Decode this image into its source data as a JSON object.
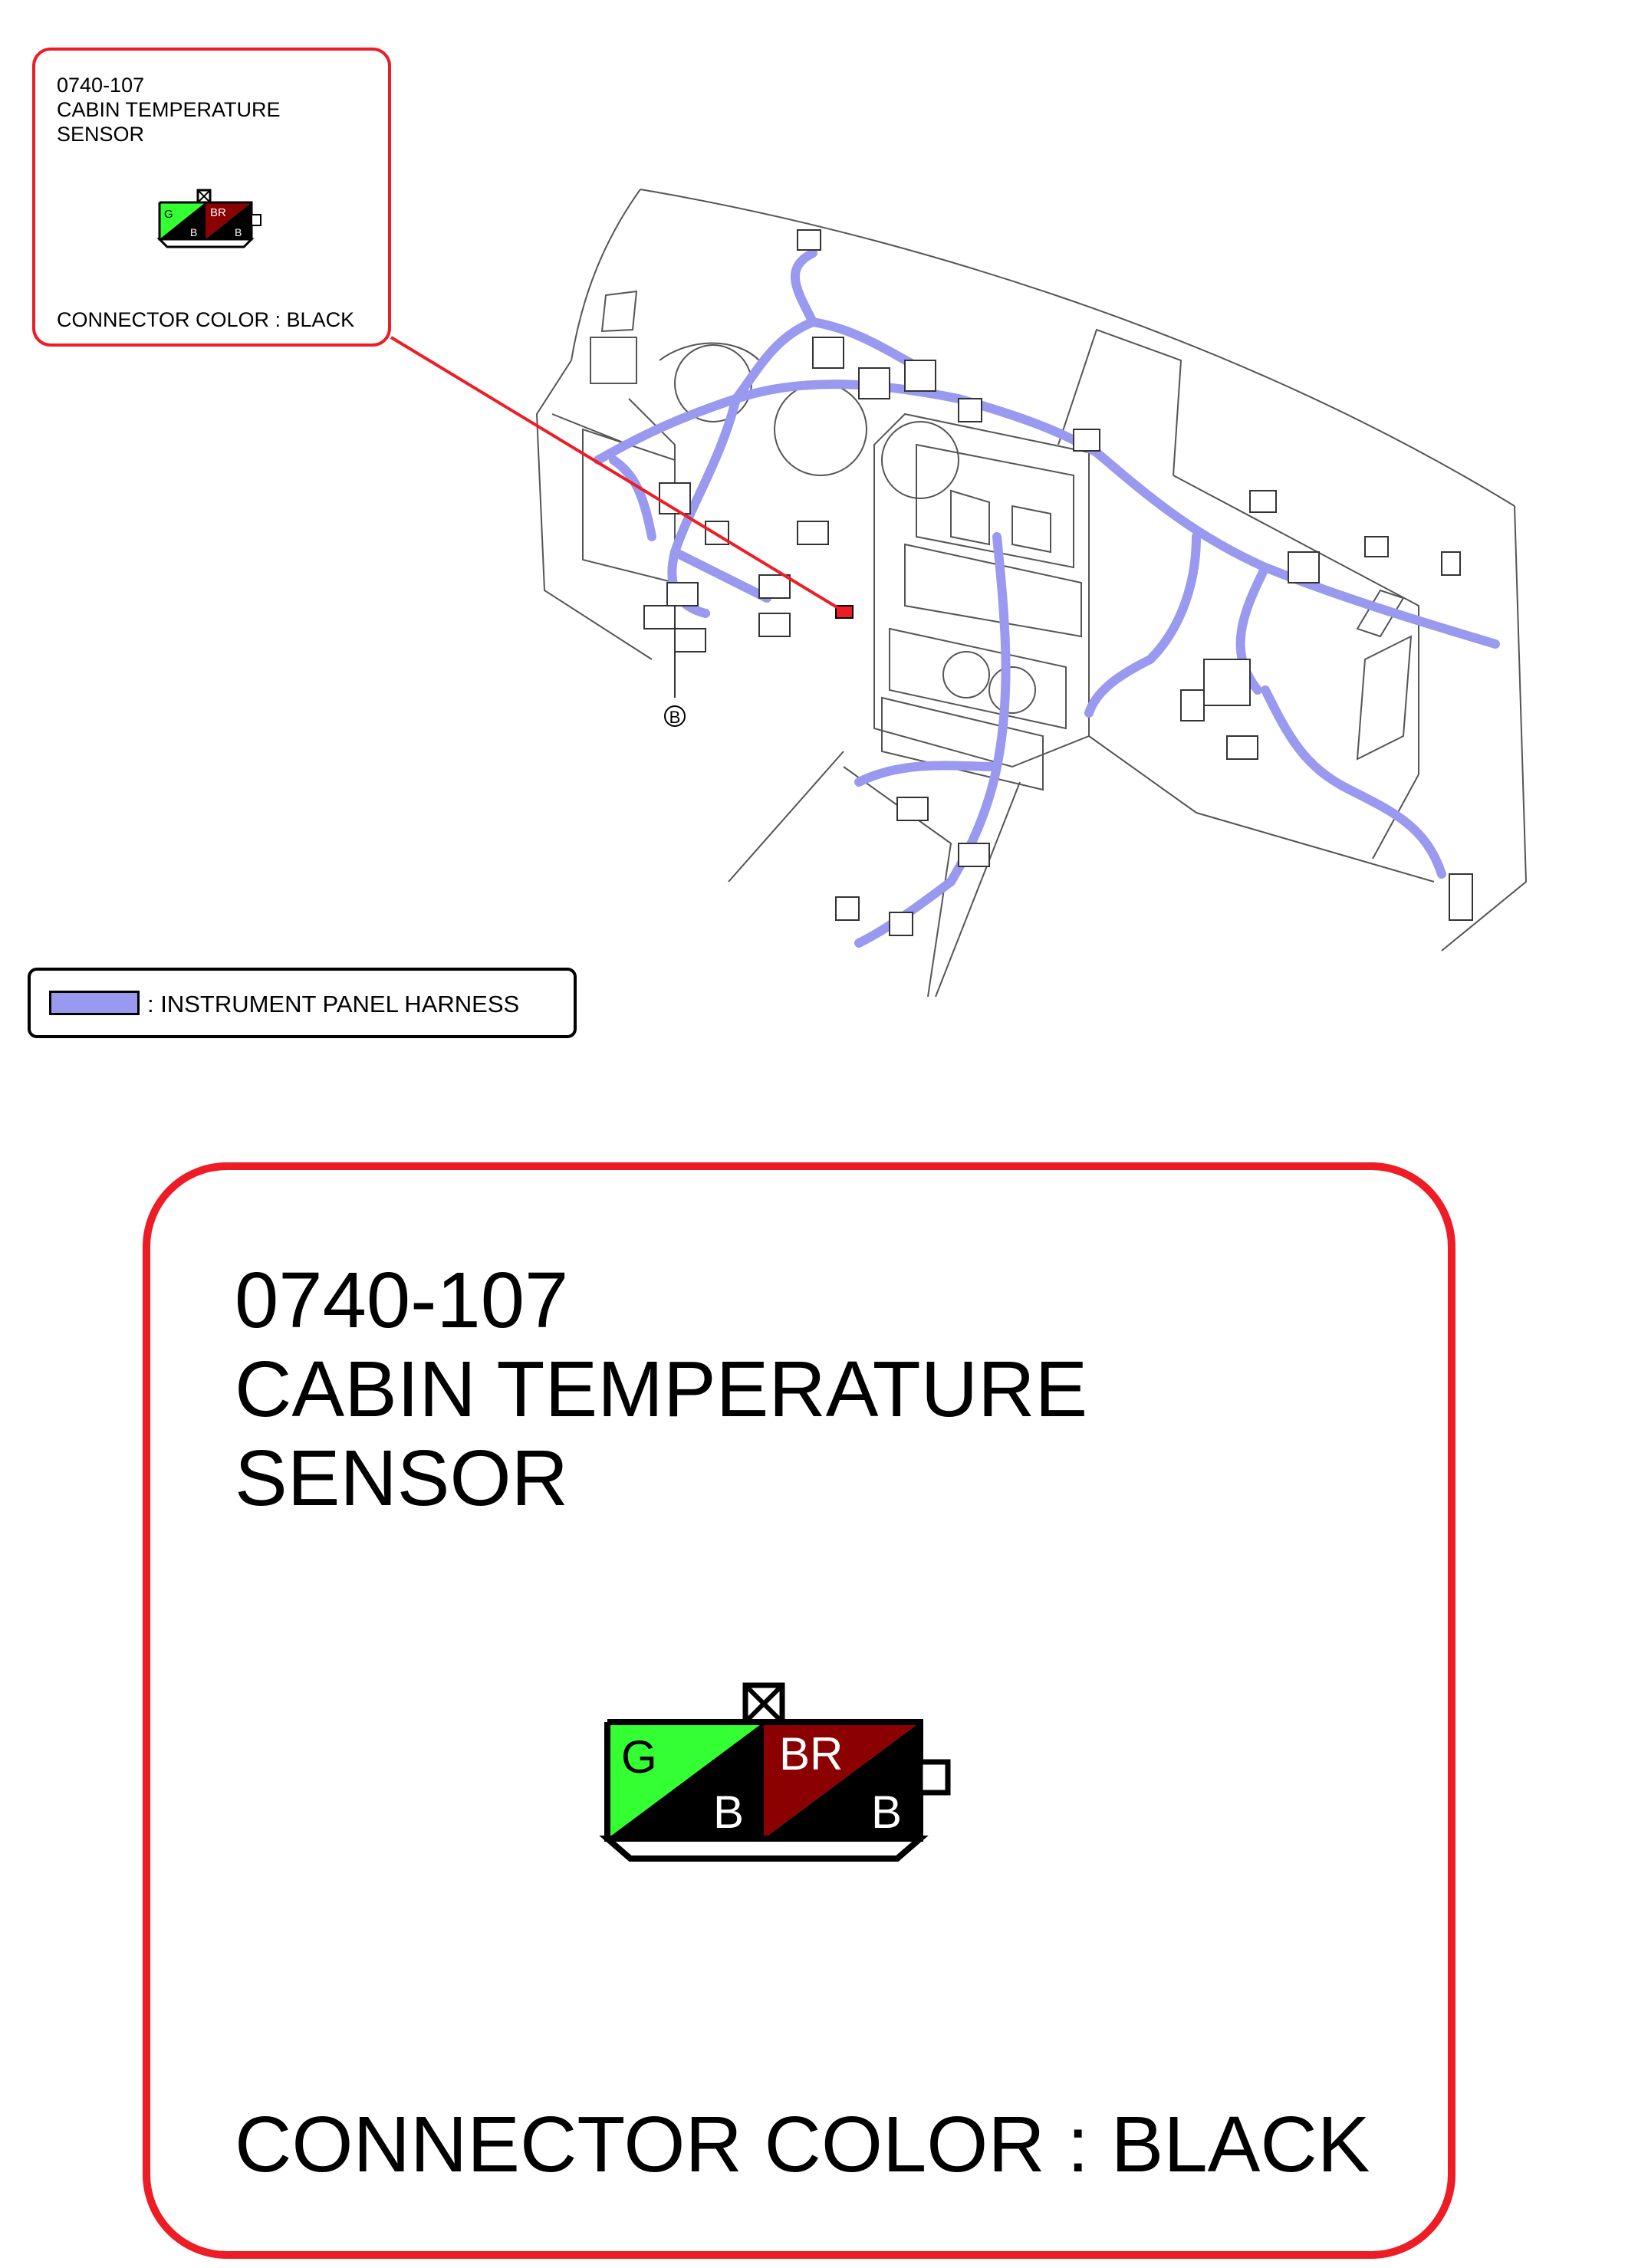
{
  "connector": {
    "id": "0740-107",
    "name_line1": "CABIN TEMPERATURE",
    "name_line2": "SENSOR",
    "color_label": "CONNECTOR COLOR : BLACK",
    "terminals": [
      {
        "wire_color": "G",
        "ground_label": "B",
        "fill": "#33ff33"
      },
      {
        "wire_color": "BR",
        "ground_label": "B",
        "fill": "#8b0000"
      }
    ]
  },
  "legend": {
    "label": ": INSTRUMENT PANEL HARNESS",
    "color": "#9999f0"
  },
  "diagram": {
    "point_label": "B",
    "harness_color": "#9999f0",
    "callout_color": "#ee1c24"
  }
}
